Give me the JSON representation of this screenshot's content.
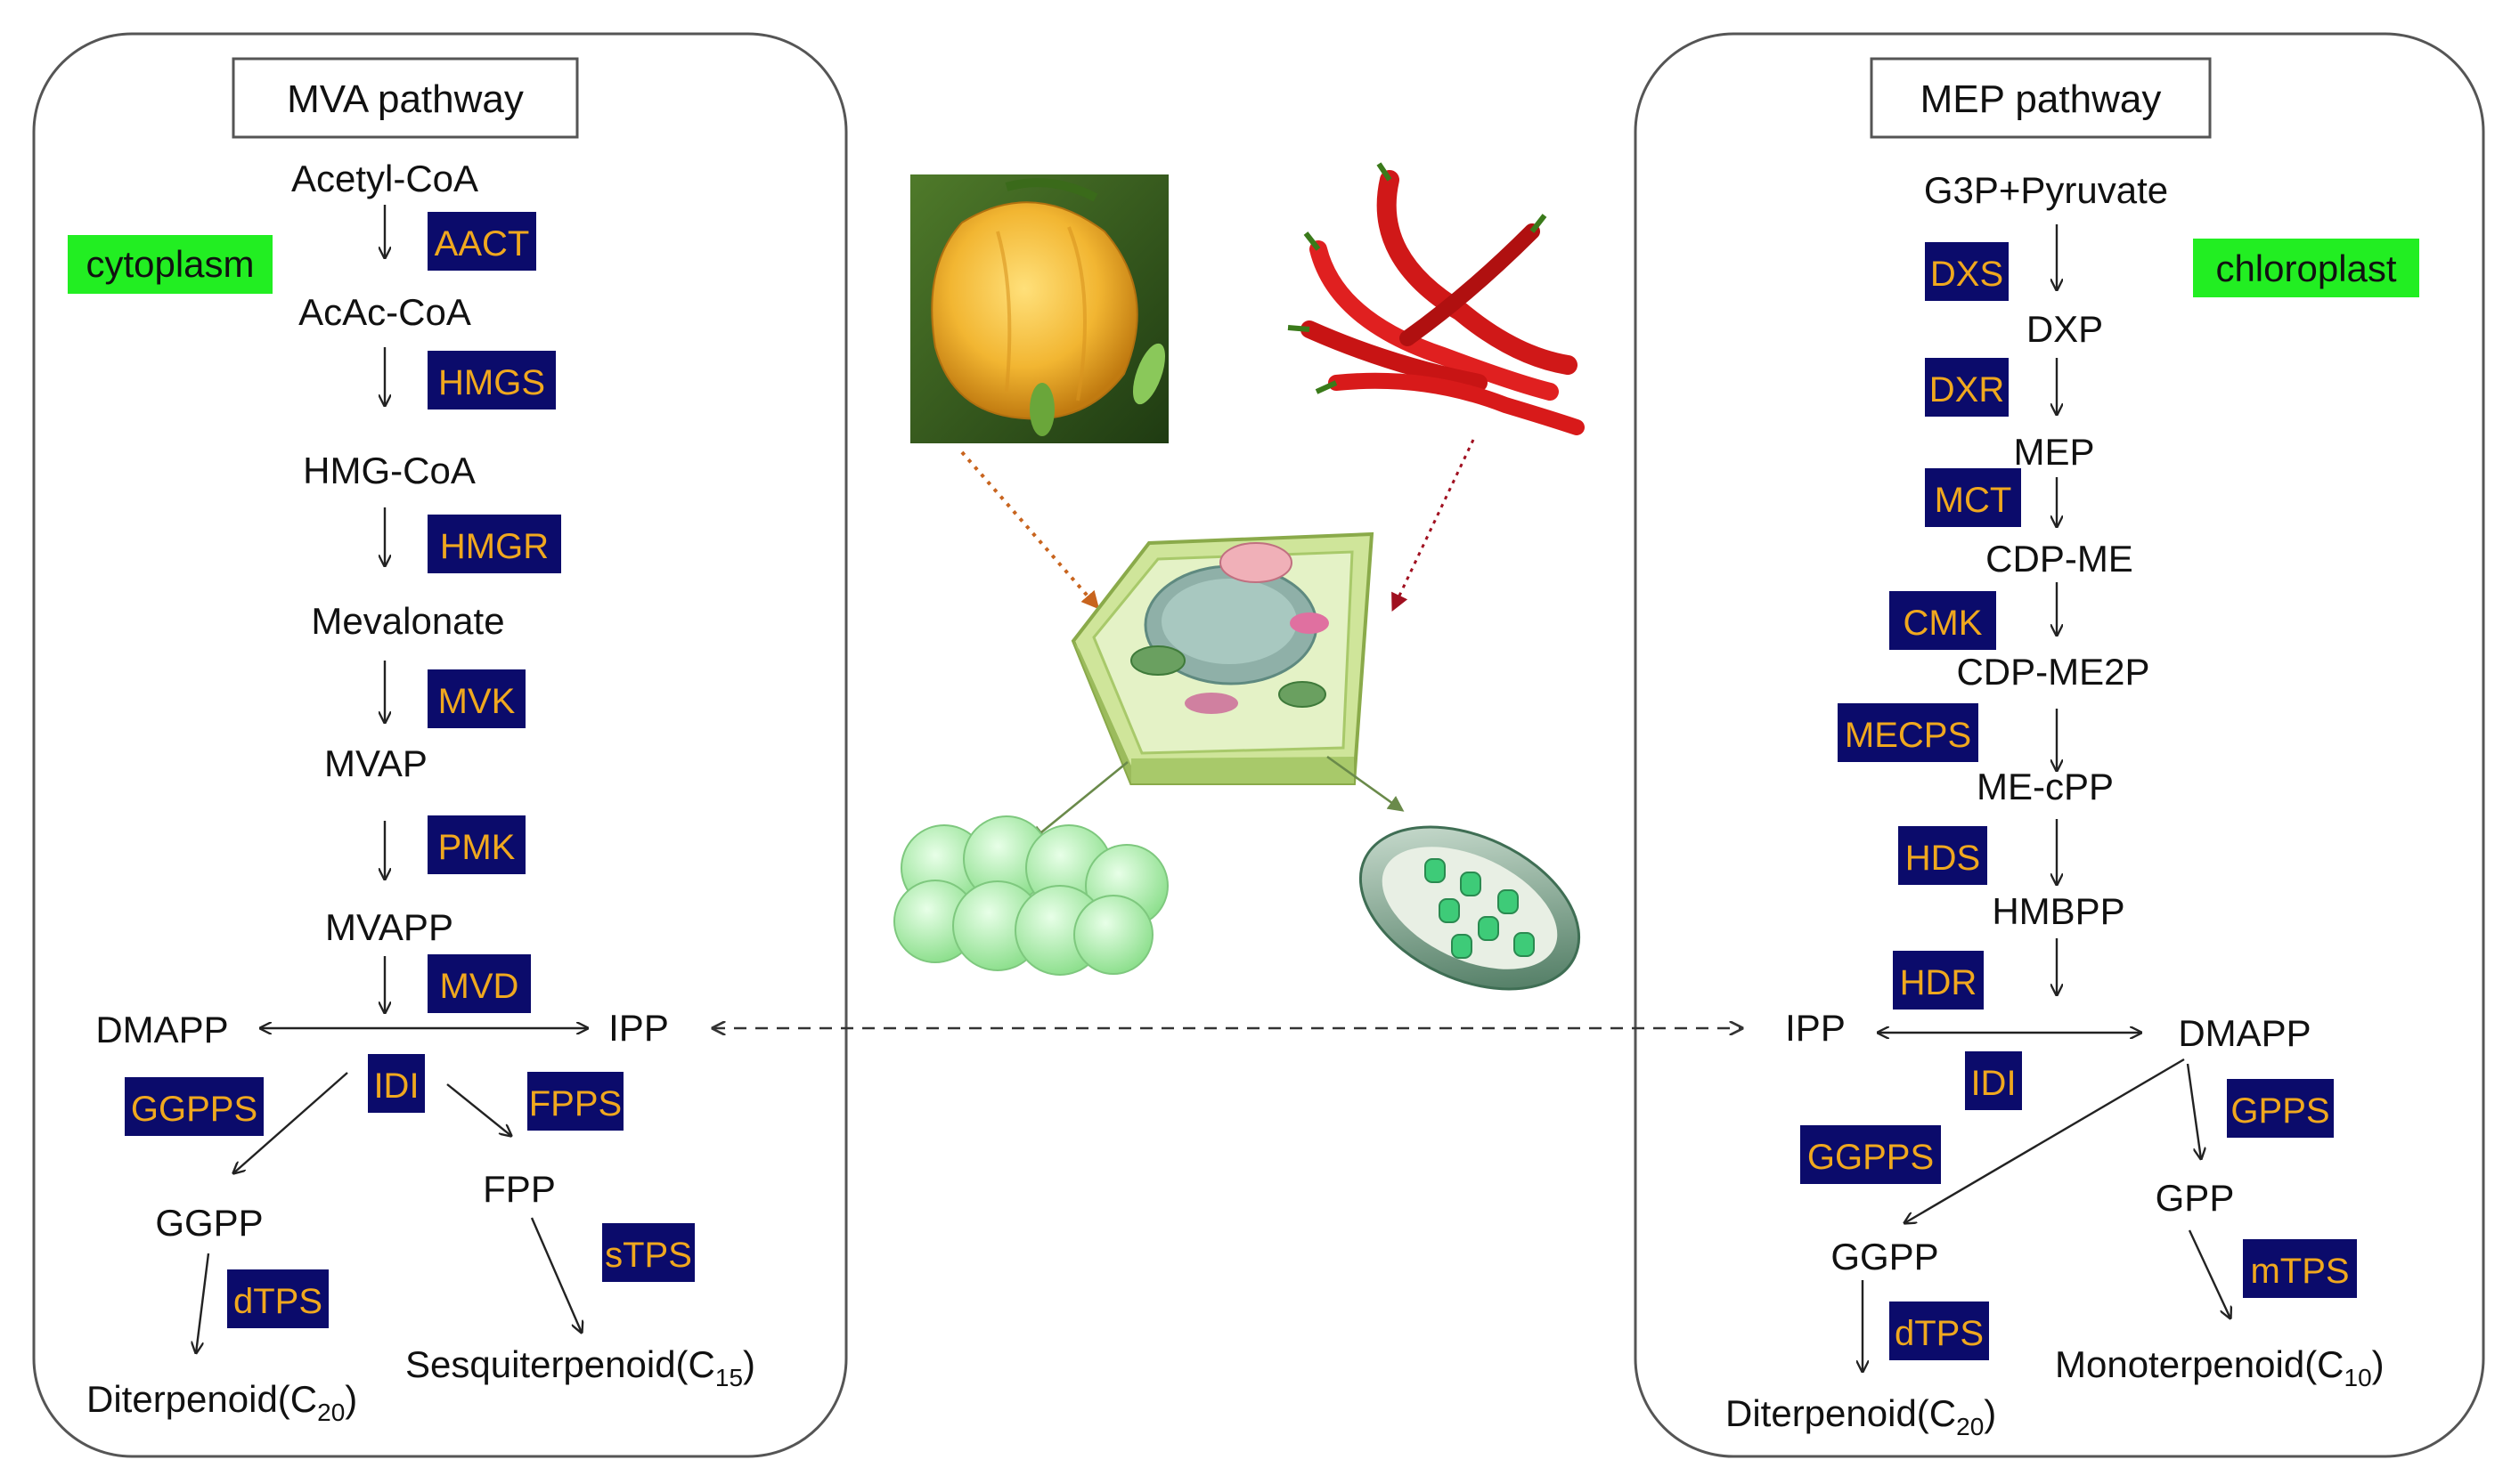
{
  "colors": {
    "enzyme_bg": "#0b0b6b",
    "enzyme_text": "#f0a81e",
    "compartment_bg": "#22ee22",
    "box_border": "#555555",
    "arrow": "#222222",
    "dashed_arrow": "#333333",
    "orange_dotted": "#c8641e",
    "red_dotted": "#a01020",
    "cell_green": "#a8c96a",
    "fruit_yellow": "#f2b632",
    "fruit_red": "#d01818"
  },
  "mva": {
    "title": "MVA pathway",
    "compartment": "cytoplasm",
    "metabolites": {
      "acetyl_coa": "Acetyl-CoA",
      "acac_coa": "AcAc-CoA",
      "hmg_coa": "HMG-CoA",
      "mevalonate": "Mevalonate",
      "mvap": "MVAP",
      "mvapp": "MVAPP",
      "dmapp": "DMAPP",
      "ipp": "IPP",
      "ggpp": "GGPP",
      "fpp": "FPP",
      "diterpenoid": "Diterpenoid(C",
      "diterpenoid_sub": "20",
      "diterpenoid_close": ")",
      "sesquiterpenoid": "Sesquiterpenoid(C",
      "sesquiterpenoid_sub": "15",
      "sesquiterpenoid_close": ")"
    },
    "enzymes": {
      "aact": "AACT",
      "hmgs": "HMGS",
      "hmgr": "HMGR",
      "mvk": "MVK",
      "pmk": "PMK",
      "mvd": "MVD",
      "idi": "IDI",
      "fpps": "FPPS",
      "ggpps": "GGPPS",
      "dtps": "dTPS",
      "stps": "sTPS"
    }
  },
  "mep": {
    "title": "MEP pathway",
    "compartment": "chloroplast",
    "metabolites": {
      "g3p_pyruvate": "G3P+Pyruvate",
      "dxp": "DXP",
      "mep": "MEP",
      "cdp_me": "CDP-ME",
      "cdp_me2p": "CDP-ME2P",
      "me_cpp": "ME-cPP",
      "hmbpp": "HMBPP",
      "ipp": "IPP",
      "dmapp": "DMAPP",
      "ggpp": "GGPP",
      "gpp": "GPP",
      "diterpenoid": "Diterpenoid(C",
      "diterpenoid_sub": "20",
      "diterpenoid_close": ")",
      "monoterpenoid": "Monoterpenoid(C",
      "monoterpenoid_sub": "10",
      "monoterpenoid_close": ")"
    },
    "enzymes": {
      "dxs": "DXS",
      "dxr": "DXR",
      "mct": "MCT",
      "cmk": "CMK",
      "mecps": "MECPS",
      "hds": "HDS",
      "hdr": "HDR",
      "idi": "IDI",
      "ggpps": "GGPPS",
      "gpps": "GPPS",
      "dtps": "dTPS",
      "mtps": "mTPS"
    }
  },
  "illustrations": {
    "yellow_pepper": "yellow-pepper-photo",
    "red_pepper": "red-chili-pepper-photo",
    "plant_cell": "plant-cell-illustration",
    "cytoplasm_vesicles": "vesicle-cluster-illustration",
    "chloroplast": "chloroplast-illustration"
  }
}
